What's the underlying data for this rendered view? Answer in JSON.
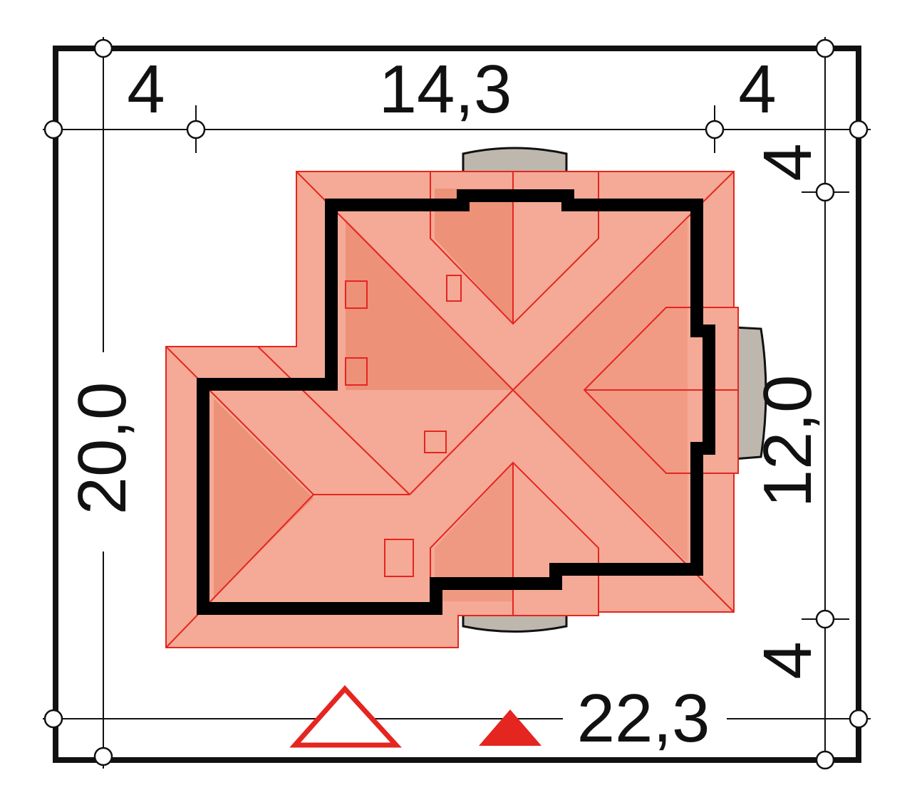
{
  "dimensions": {
    "top_left_setback": "4",
    "building_width": "14,3",
    "top_right_setback": "4",
    "right_top_setback": "4",
    "plot_depth": "20,0",
    "building_depth": "12,0",
    "right_bottom_setback": "4",
    "plot_width": "22,3"
  },
  "colors": {
    "roof_light": "#f4aa96",
    "roof_dark": "#ee9179",
    "roof_line": "#e52520",
    "wall": "#000000",
    "terrace": "#bdb7ad"
  },
  "symbols": {
    "entrance_outline": "triangle-outline",
    "entrance_filled": "triangle-filled"
  }
}
